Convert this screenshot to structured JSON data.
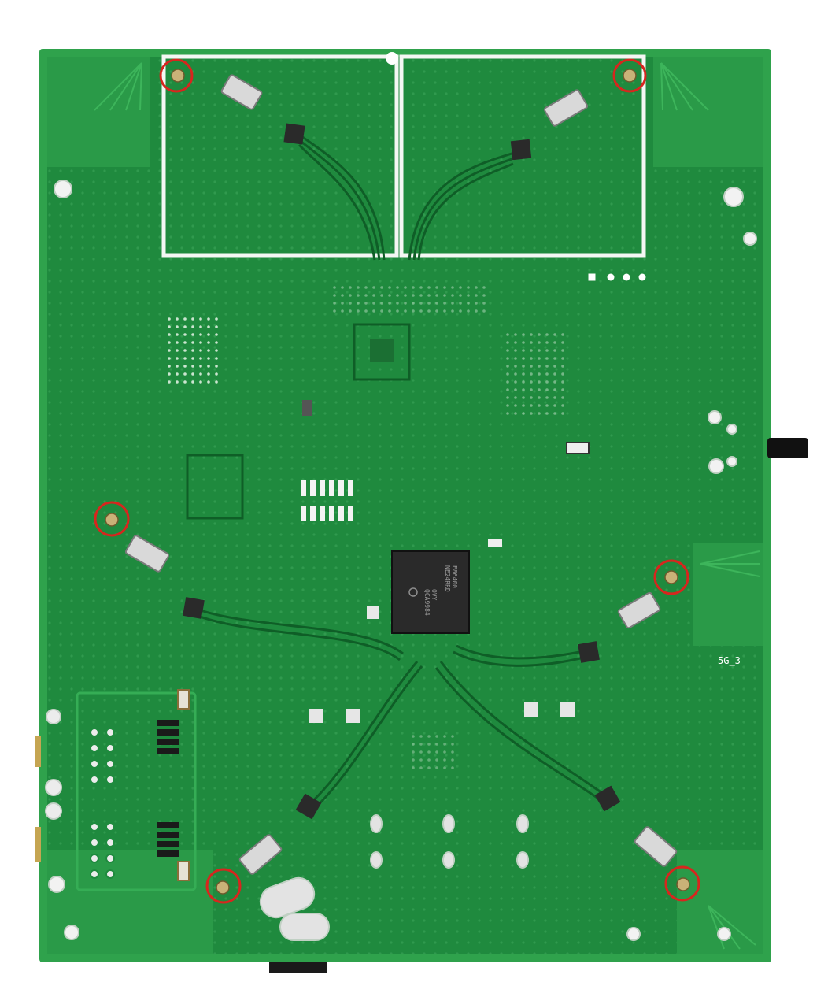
{
  "image": {
    "subject": "pcb-board-photo"
  },
  "silkscreen": {
    "antenna_label": "5G_3"
  },
  "main_soc": {
    "marking_lines": [
      "QCA9984",
      "OVY",
      "NE24RRD",
      "E86400"
    ]
  },
  "colors": {
    "background": "#ffffff",
    "board": "#1f8a3e",
    "board_edge": "#40bd55",
    "copper_dark": "#116b2d",
    "silkscreen": "#ffffff",
    "highlight_circle": "#d7261e",
    "connector_gold": "#c9b278",
    "chip": "#2a2a2a"
  }
}
